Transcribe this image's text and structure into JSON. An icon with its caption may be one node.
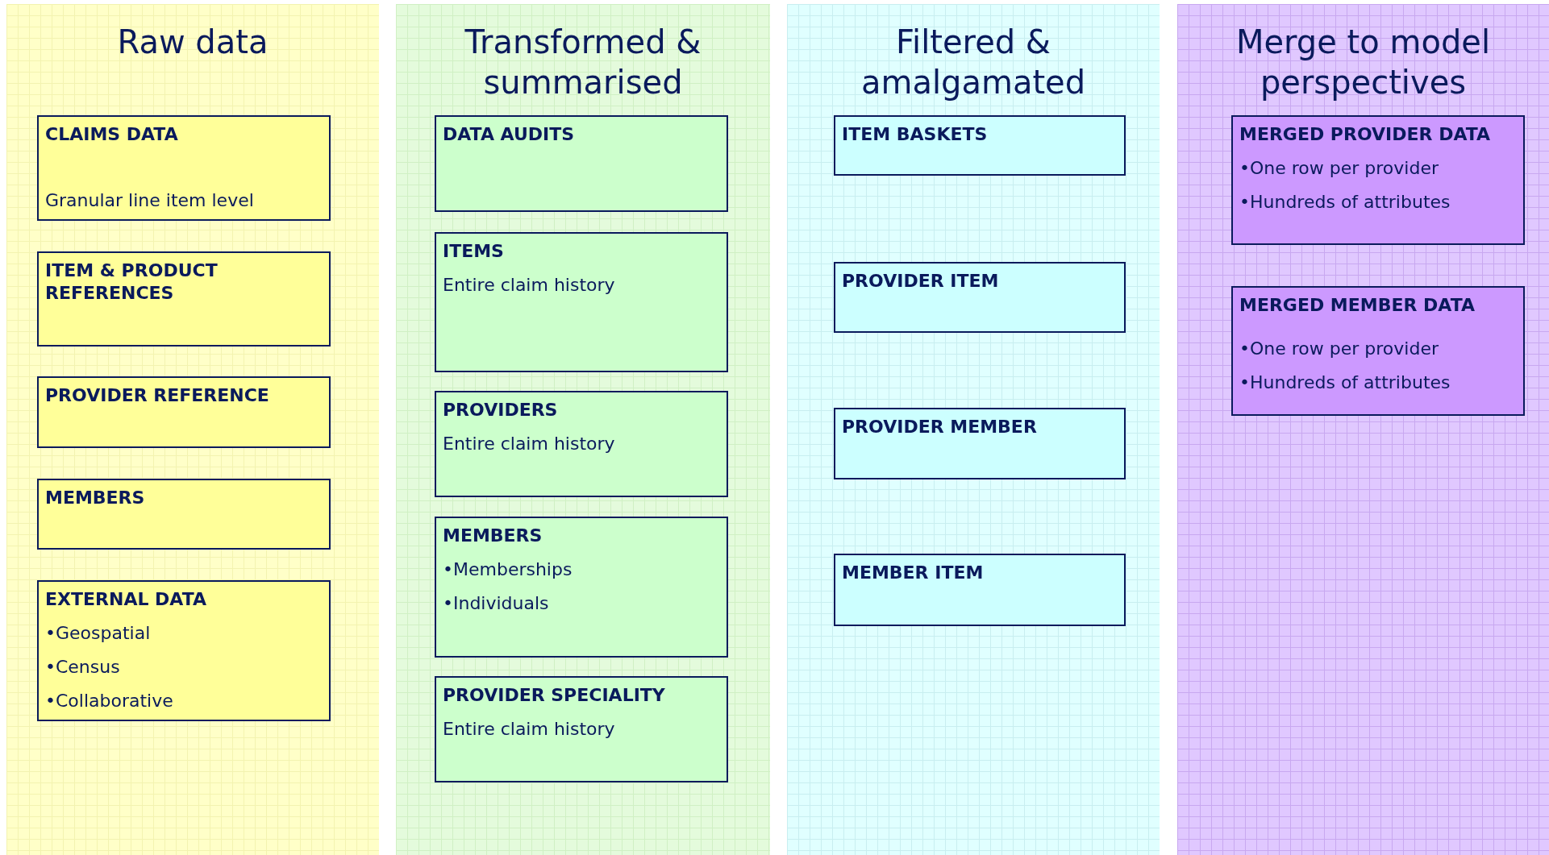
{
  "diagram": {
    "nodes": [
      {
        "text": [
          "Raw data"
        ]
      },
      {
        "text": [
          "CLAIMS DATA",
          "Granular line item level"
        ],
        "in": 0
      },
      {
        "text": [
          "ITEM & PRODUCT REFERENCES"
        ],
        "in": 0
      },
      {
        "text": [
          "PROVIDER REFERENCE"
        ],
        "in": 0
      },
      {
        "text": [
          "MEMBERS"
        ],
        "in": 0
      },
      {
        "text": [
          "EXTERNAL DATA",
          "•Geospatial",
          "•Census",
          "•Collaborative"
        ],
        "in": 0
      },
      {
        "text": [
          "Transformed & summarised"
        ]
      },
      {
        "text": [
          "DATA AUDITS"
        ],
        "in": 6
      },
      {
        "text": [
          "ITEMS",
          "Entire claim history"
        ],
        "in": 6
      },
      {
        "text": [
          "PROVIDERS",
          "Entire claim history"
        ],
        "in": 6
      },
      {
        "text": [
          "MEMBERS",
          "•Memberships",
          "•Individuals"
        ],
        "in": 6
      },
      {
        "text": [
          "PROVIDER SPECIALITY",
          "Entire claim history"
        ],
        "in": 6
      },
      {
        "text": [
          "Filtered & amalgamated"
        ]
      },
      {
        "text": [
          "ITEM BASKETS"
        ],
        "in": 12
      },
      {
        "text": [
          "PROVIDER ITEM"
        ],
        "in": 12
      },
      {
        "text": [
          "PROVIDER MEMBER"
        ],
        "in": 12
      },
      {
        "text": [
          "MEMBER ITEM"
        ],
        "in": 12
      },
      {
        "text": [
          "Merge to model perspectives"
        ]
      },
      {
        "text": [
          "MERGED PROVIDER DATA",
          "•One row per provider",
          "•Hundreds of attributes"
        ],
        "in": 17
      },
      {
        "text": [
          "MERGED MEMBER DATA",
          "•One row per provider",
          "•Hundreds of attributes"
        ],
        "in": 17
      }
    ]
  }
}
